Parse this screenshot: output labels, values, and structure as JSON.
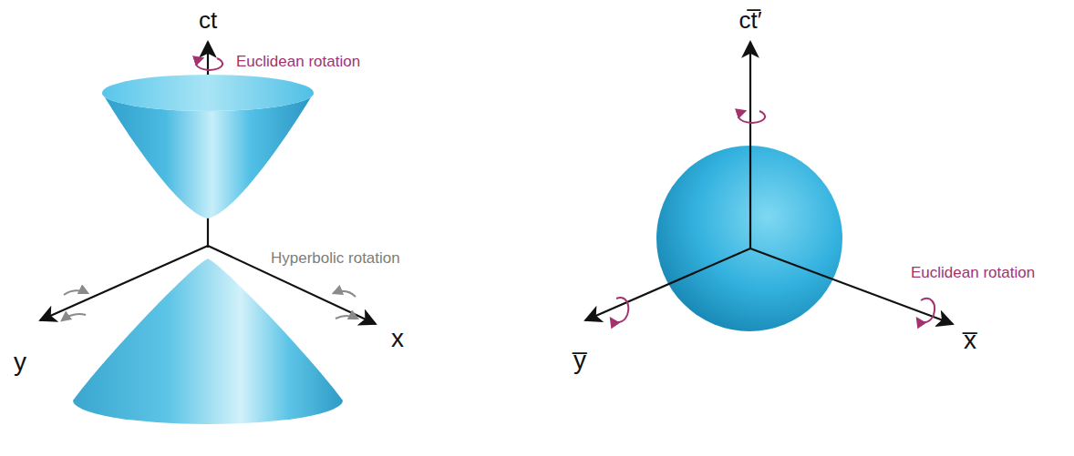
{
  "diagram": {
    "labels": [
      "ct",
      "Euclidean rotation",
      "Hyperbolic rotation",
      "y",
      "x",
      "ct̅′",
      "y̅",
      "x̅",
      "Euclidean rotation"
    ]
  }
}
